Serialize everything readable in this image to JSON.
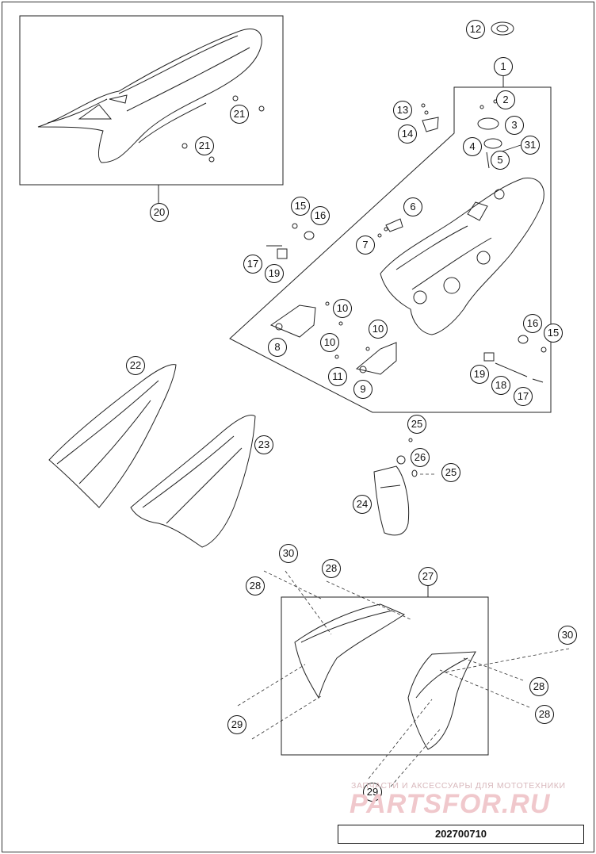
{
  "callouts": {
    "c1": "1",
    "c2": "2",
    "c3": "3",
    "c4": "4",
    "c5": "5",
    "c6": "6",
    "c7": "7",
    "c8": "8",
    "c9": "9",
    "c10a": "10",
    "c10b": "10",
    "c10c": "10",
    "c11": "11",
    "c12": "12",
    "c13": "13",
    "c14": "14",
    "c15a": "15",
    "c15b": "15",
    "c16a": "16",
    "c16b": "16",
    "c17a": "17",
    "c17b": "17",
    "c18": "18",
    "c19a": "19",
    "c19b": "19",
    "c20": "20",
    "c21a": "21",
    "c21b": "21",
    "c22": "22",
    "c23": "23",
    "c24": "24",
    "c25a": "25",
    "c25b": "25",
    "c26": "26",
    "c27": "27",
    "c28a": "28",
    "c28b": "28",
    "c28c": "28",
    "c28d": "28",
    "c29a": "29",
    "c29b": "29",
    "c30a": "30",
    "c30b": "30",
    "c31": "31"
  },
  "watermark": {
    "tagline": "ЗАПЧАСТИ И АКСЕССУАРЫ ДЛЯ МОТОТЕХНИКИ",
    "brand": "PARTSFOR.RU"
  },
  "document_number": "202700710"
}
